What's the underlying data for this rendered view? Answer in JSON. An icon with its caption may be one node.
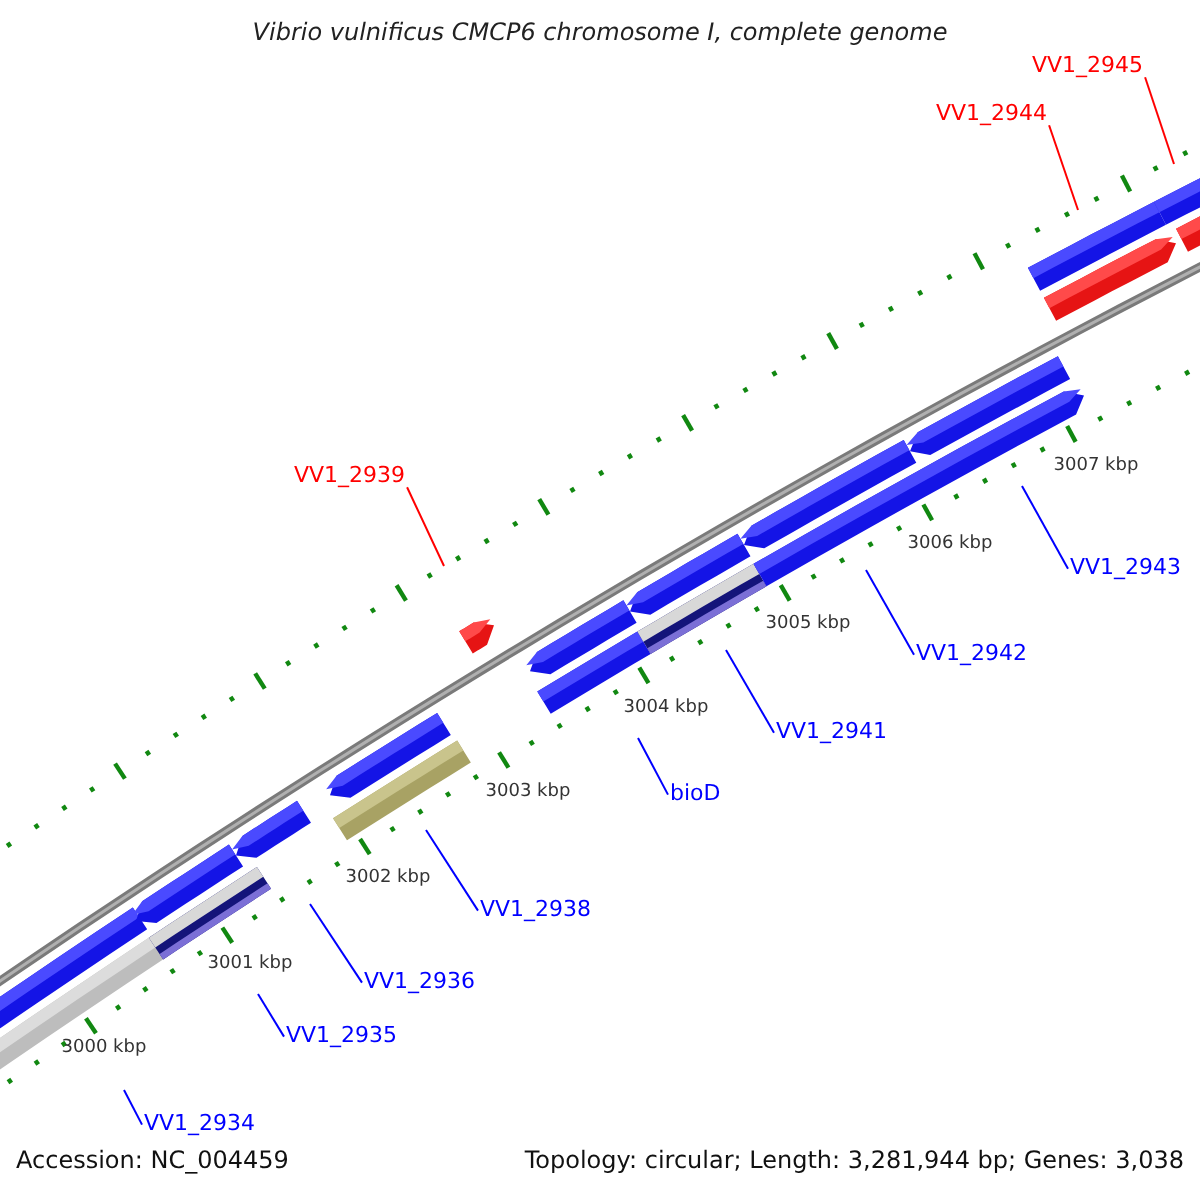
{
  "diagram": {
    "title": "Vibrio vulnificus CMCP6 chromosome I, complete genome",
    "nodes": [
      {
        "text": [
          "VV1_2945"
        ]
      },
      {
        "text": [
          "VV1_2944"
        ]
      },
      {
        "text": [
          "VV1_2939"
        ]
      },
      {
        "text": [
          "VV1_2943"
        ]
      },
      {
        "text": [
          "VV1_2942"
        ]
      },
      {
        "text": [
          "VV1_2941"
        ]
      },
      {
        "text": [
          "bioD"
        ]
      },
      {
        "text": [
          "VV1_2938"
        ]
      },
      {
        "text": [
          "VV1_2936"
        ]
      },
      {
        "text": [
          "VV1_2935"
        ]
      },
      {
        "text": [
          "VV1_2934"
        ]
      }
    ],
    "edges": [
      {
        "from": 0,
        "to": null,
        "arrow": "none",
        "color": "#ff0000"
      },
      {
        "from": 1,
        "to": null,
        "arrow": "none",
        "color": "#ff0000"
      },
      {
        "from": 2,
        "to": null,
        "arrow": "none",
        "color": "#ff0000"
      },
      {
        "from": 3,
        "to": null,
        "arrow": "none"
      },
      {
        "from": 4,
        "to": null,
        "arrow": "none"
      },
      {
        "from": 5,
        "to": null,
        "arrow": "none"
      },
      {
        "from": 6,
        "to": null,
        "arrow": "none"
      },
      {
        "from": 7,
        "to": null,
        "arrow": "none"
      },
      {
        "from": 8,
        "to": null,
        "arrow": "none"
      },
      {
        "from": 9,
        "to": null,
        "arrow": "none"
      },
      {
        "from": 10,
        "to": null,
        "arrow": "none"
      }
    ],
    "labels": [
      "3007 kbp",
      "3006 kbp",
      "3005 kbp",
      "3004 kbp",
      "3003 kbp",
      "3002 kbp",
      "3001 kbp",
      "3000 kbp",
      "Accession: NC_004459",
      "Topology: circular; Length: 3,281,944 bp; Genes: 3,038"
    ]
  }
}
